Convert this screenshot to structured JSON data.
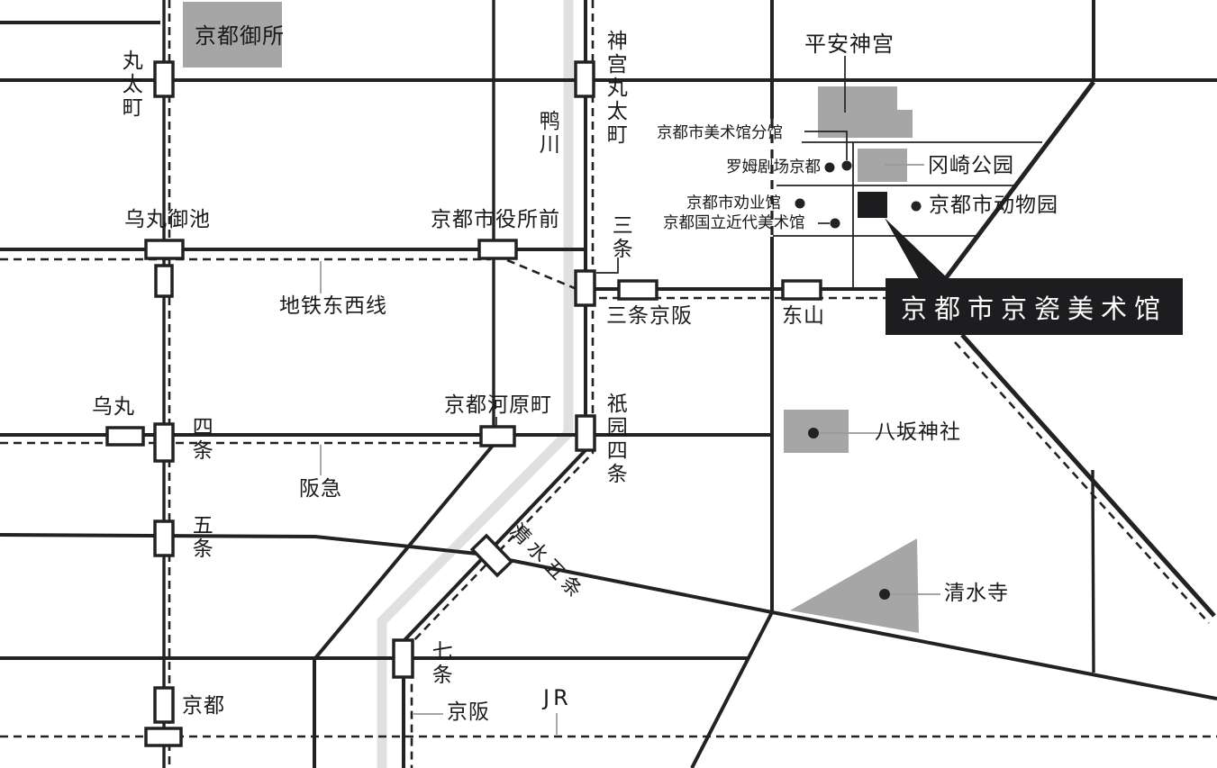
{
  "colors": {
    "line": "#222222",
    "building": "#a6a6a6",
    "river": "#e0e0e0",
    "callout_bg": "#1d1d20",
    "callout_text": "#ffffff",
    "leader": "#9a9a9a"
  },
  "callout": {
    "label": "京都市京瓷美术馆"
  },
  "landmarks": {
    "gosho": "京都御所",
    "heian": "平安神宫",
    "bunkan": "京都市美术馆分馆",
    "rohm": "罗姆剧场京都",
    "okazaki": "冈崎公园",
    "kangyokan": "京都市劝业馆",
    "momak": "京都国立近代美术馆",
    "zoo": "京都市动物园",
    "yasaka": "八坂神社",
    "kiyomizu": "清水寺"
  },
  "stations": {
    "marutamachi": "丸太町",
    "jingu_marutamachi": "神宫丸太町",
    "karasuma_oike": "乌丸御池",
    "shiyakusho_mae": "京都市役所前",
    "sanjo": "三条",
    "sanjo_keihan": "三条京阪",
    "higashiyama": "东山",
    "karasuma": "乌丸",
    "shijo": "四条",
    "kawaramachi": "京都河原町",
    "gion_shijo": "祇园四条",
    "gojo": "五条",
    "kiyomizu_gojo": "清水五条",
    "shichijo": "七条",
    "kyoto": "京都"
  },
  "lines": {
    "kamogawa": "鸭川",
    "tozai": "地铁东西线",
    "hankyu": "阪急",
    "keihan": "京阪",
    "jr": "JR"
  }
}
